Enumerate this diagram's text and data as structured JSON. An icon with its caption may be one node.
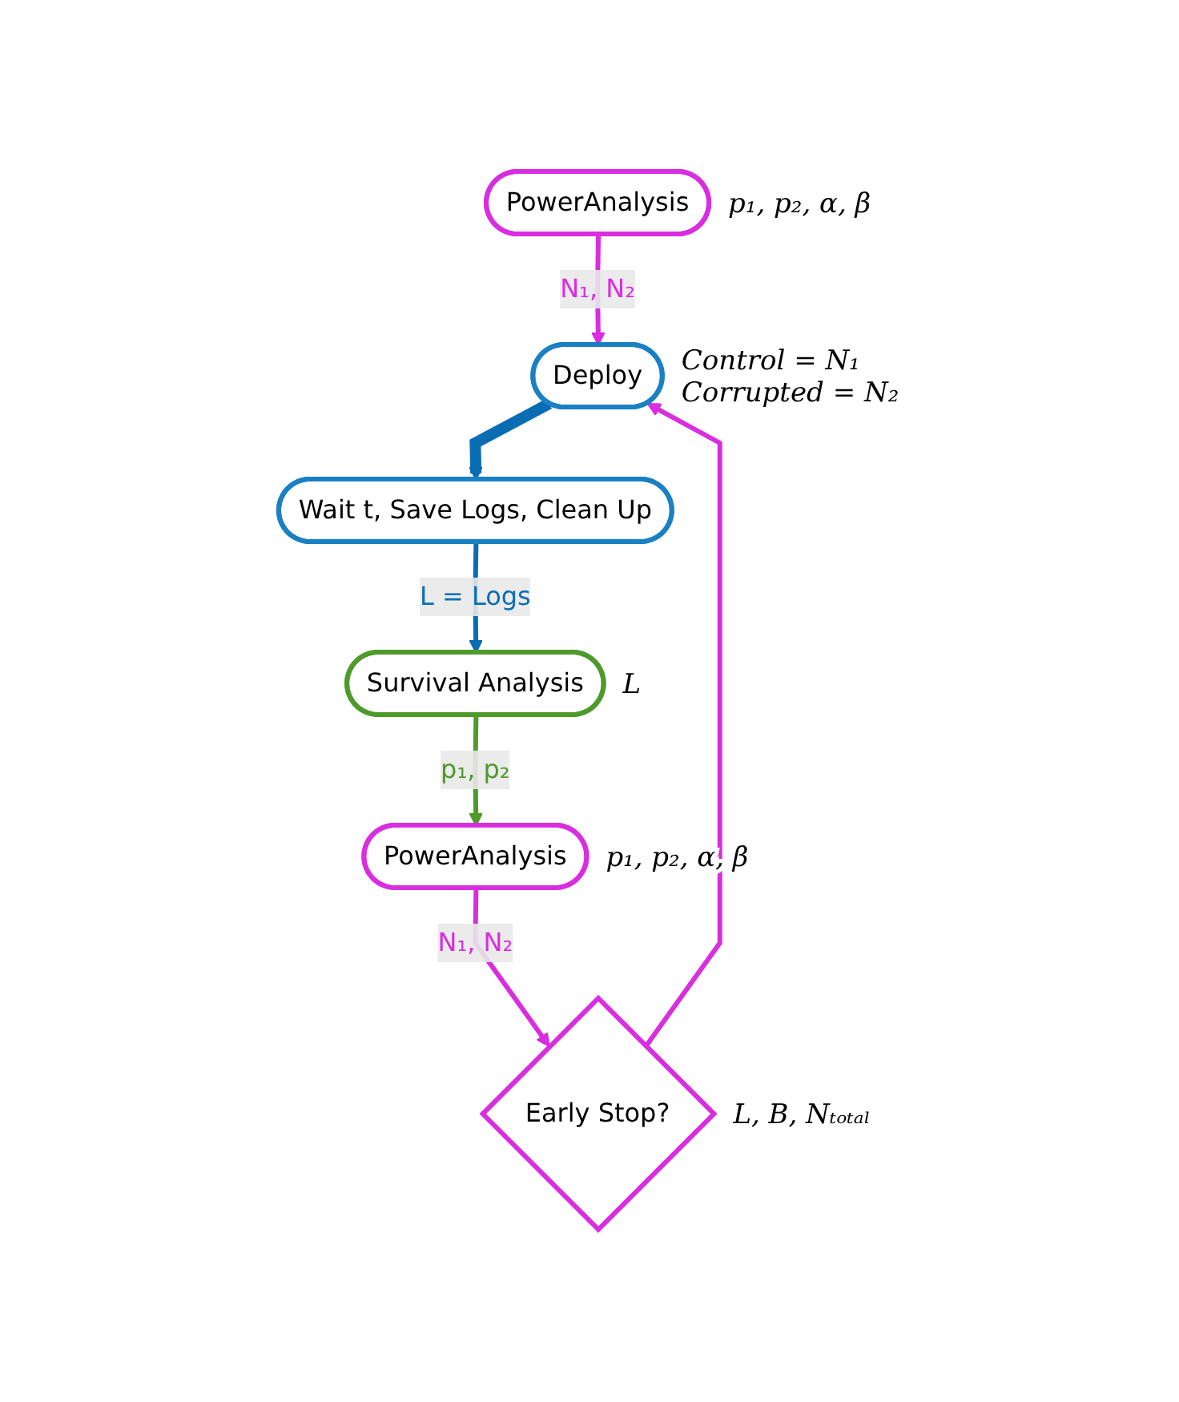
{
  "diagram": {
    "nodes": [
      {
        "text": [
          "PowerAnalysis"
        ],
        "beside": [
          "p₁, p₂, α, β"
        ]
      },
      {
        "text": [
          "Deploy"
        ],
        "beside": [
          "Control = N₁",
          "Corrupted = N₂"
        ]
      },
      {
        "text": [
          "Wait t, Save Logs, Clean Up"
        ]
      },
      {
        "text": [
          "Survival Analysis"
        ],
        "beside": [
          "L"
        ]
      },
      {
        "text": [
          "PowerAnalysis"
        ],
        "beside": [
          "p₁, p₂, α, β"
        ]
      },
      {
        "text": [
          "Early Stop?"
        ],
        "beside": [
          "L, B, Nₜₒₜₐₗ"
        ]
      }
    ],
    "edges": [
      {
        "from": 0,
        "to": 1,
        "arrow": "to",
        "label": "N₁, N₂",
        "color": "#d92de0"
      },
      {
        "from": 1,
        "to": 2,
        "arrow": "to",
        "style": "thick",
        "color": "#0a6db3"
      },
      {
        "from": 2,
        "to": 3,
        "arrow": "to",
        "label": "L = Logs",
        "color": "#0a6db3"
      },
      {
        "from": 3,
        "to": 4,
        "arrow": "to",
        "label": "p₁, p₂",
        "color": "#4e9a2a"
      },
      {
        "from": 4,
        "to": 5,
        "arrow": "to",
        "label": "N₁, N₂",
        "color": "#d92de0"
      },
      {
        "from": 5,
        "to": 1,
        "arrow": "to",
        "color": "#d92de0"
      }
    ]
  }
}
